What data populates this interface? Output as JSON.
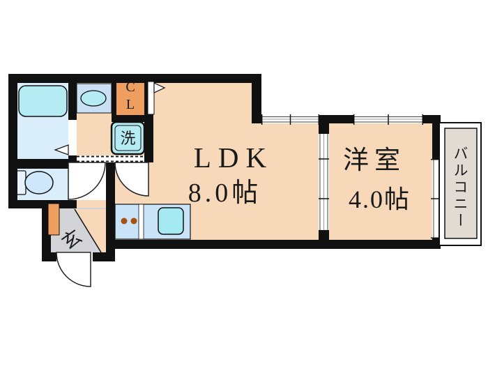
{
  "labels": {
    "ldk": "LDK",
    "ldk_size": "8.0帖",
    "western_room": "洋室",
    "western_room_size": "4.0帖",
    "balcony": "バルコニー",
    "closet_line1": "C",
    "closet_line2": "L",
    "washer": "洗",
    "entrance": "玄"
  },
  "colors": {
    "floor": "#f7d8b9",
    "bath_floor": "#d9edfb",
    "closet_orange": "#ee9f60",
    "fixture_cyan": "#b5ebf3",
    "counter_blue": "#c9e0f5",
    "kitchen_blue": "#c9e4f9",
    "sink_cyan": "#a5e9f2",
    "toilet_bowl": "#cfe7fa",
    "toilet_tank": "#e8f4fd",
    "entrance_gray": "#d3d4d8",
    "balcony_floor": "#e2dbd3",
    "wall": "#111111",
    "burner": "#a9500f",
    "door_white": "#ffffff"
  }
}
